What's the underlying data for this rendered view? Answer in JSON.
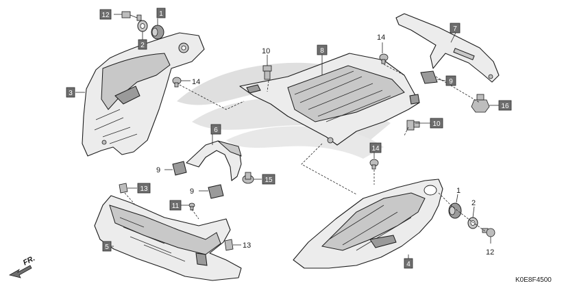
{
  "diagram_code": "K0E8F4500",
  "direction_label": "FR.",
  "callouts": [
    {
      "id": "c12a",
      "text": "12",
      "boxed": true
    },
    {
      "id": "c1a",
      "text": "1",
      "boxed": true
    },
    {
      "id": "c2a",
      "text": "2",
      "boxed": true
    },
    {
      "id": "c3",
      "text": "3",
      "boxed": true
    },
    {
      "id": "c14a",
      "text": "14",
      "boxed": false
    },
    {
      "id": "c10a",
      "text": "10",
      "boxed": false
    },
    {
      "id": "c8",
      "text": "8",
      "boxed": true
    },
    {
      "id": "c14b",
      "text": "14",
      "boxed": false
    },
    {
      "id": "c7",
      "text": "7",
      "boxed": true
    },
    {
      "id": "c9a",
      "text": "9",
      "boxed": true
    },
    {
      "id": "c16",
      "text": "16",
      "boxed": true
    },
    {
      "id": "c6",
      "text": "6",
      "boxed": true
    },
    {
      "id": "c10b",
      "text": "10",
      "boxed": true
    },
    {
      "id": "c14c",
      "text": "14",
      "boxed": true
    },
    {
      "id": "c9b",
      "text": "9",
      "boxed": false
    },
    {
      "id": "c15",
      "text": "15",
      "boxed": true
    },
    {
      "id": "c9c",
      "text": "9",
      "boxed": false
    },
    {
      "id": "c13a",
      "text": "13",
      "boxed": true
    },
    {
      "id": "c11",
      "text": "11",
      "boxed": true
    },
    {
      "id": "c5",
      "text": "5",
      "boxed": true
    },
    {
      "id": "c13b",
      "text": "13",
      "boxed": false
    },
    {
      "id": "c1b",
      "text": "1",
      "boxed": false
    },
    {
      "id": "c2b",
      "text": "2",
      "boxed": false
    },
    {
      "id": "c12b",
      "text": "12",
      "boxed": false
    },
    {
      "id": "c4",
      "text": "4",
      "boxed": true
    }
  ]
}
